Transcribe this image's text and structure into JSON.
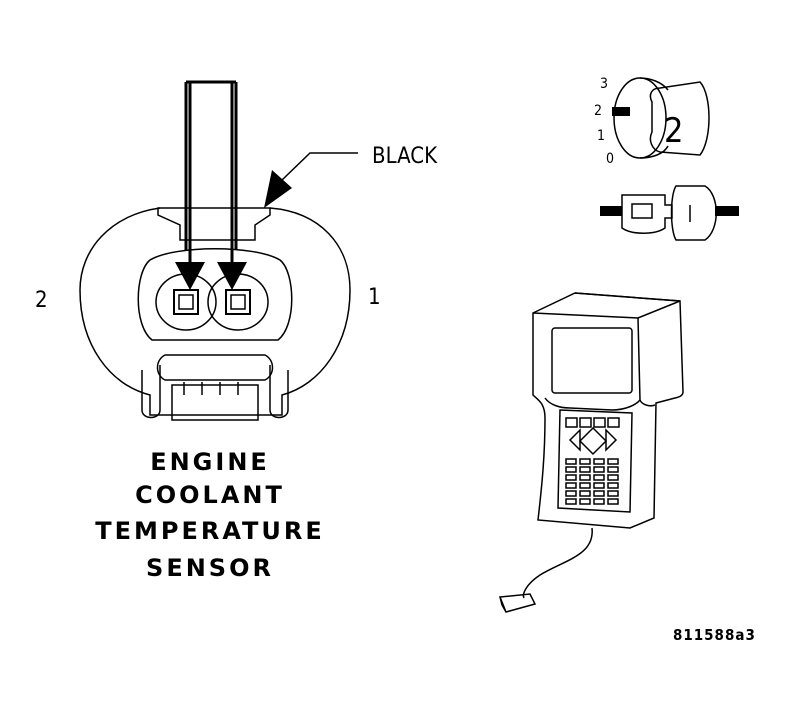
{
  "connector": {
    "wire_color_label": "BLACK",
    "pin_left": "2",
    "pin_right": "1"
  },
  "caption": {
    "line1": "ENGINE",
    "line2": "COOLANT",
    "line3": "TEMPERATURE",
    "line4": "SENSOR"
  },
  "ignition": {
    "positions": [
      "3",
      "2",
      "1",
      "0"
    ],
    "key_number": "2"
  },
  "figure_id": "811588a3"
}
